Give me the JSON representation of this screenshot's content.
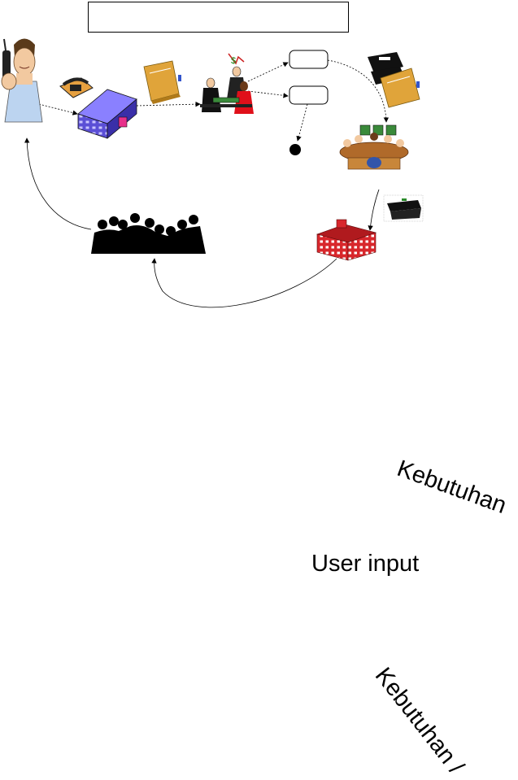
{
  "diagram": {
    "title_box_text": "",
    "nodes": {
      "person_phone": {
        "icon": "person-with-phone-icon"
      },
      "phone": {
        "icon": "telephone-icon"
      },
      "building_blue": {
        "icon": "office-building-icon"
      },
      "book": {
        "icon": "manual-book-icon"
      },
      "meeting": {
        "icon": "business-meeting-icon"
      },
      "option_box_1": {
        "text": ""
      },
      "option_box_2": {
        "text": ""
      },
      "end_node": {
        "icon": "end-state-dot-icon"
      },
      "documents": {
        "icon": "documents-icon"
      },
      "team_meeting": {
        "icon": "conference-table-icon"
      },
      "device": {
        "icon": "device-icon"
      },
      "building_red": {
        "icon": "red-office-building-icon"
      },
      "crowd": {
        "icon": "crowd-silhouette-icon"
      }
    }
  },
  "labels": {
    "user_input": "User input",
    "kebutuhan_1": "Kebutuhan",
    "kebutuhan_2": "Kebutuhan /"
  },
  "colors": {
    "building_blue": "#5b4fd6",
    "building_red": "#d8272c",
    "book": "#e0a43a",
    "dress_red": "#e0101a"
  }
}
